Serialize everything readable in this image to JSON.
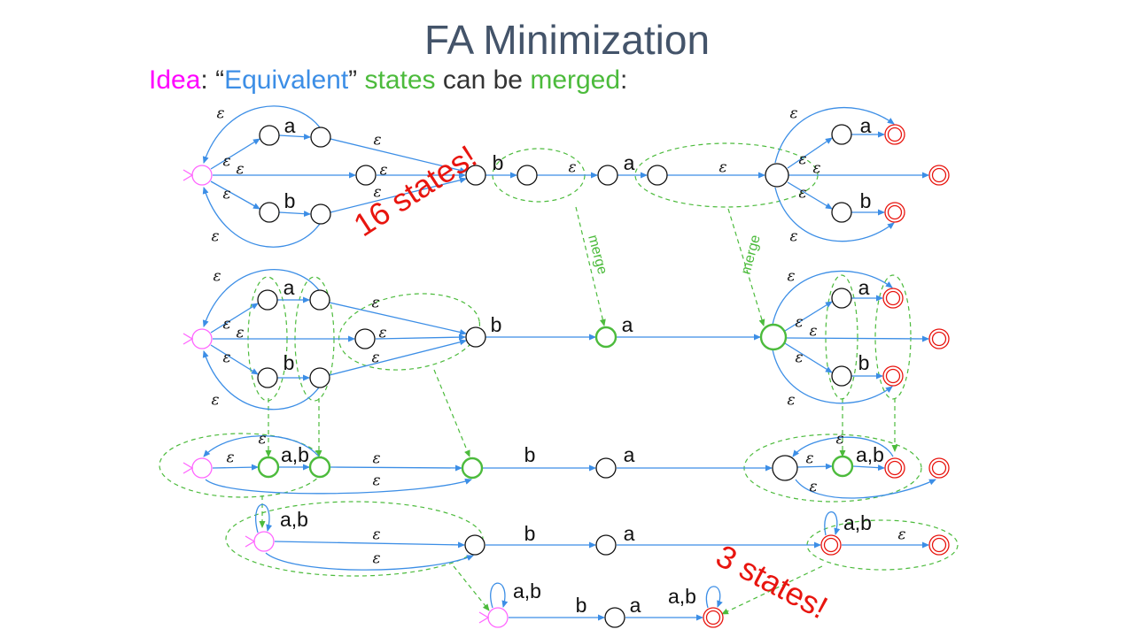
{
  "slide": {
    "title": "FA Minimization",
    "subtitle": {
      "idea": "Idea",
      "colon": ": ",
      "open_quote": "“",
      "equivalent": "Equivalent",
      "close_quote": "”",
      "states": "states",
      "can_be": "can be",
      "merged": "merged",
      "end_colon": ":"
    },
    "annotations": {
      "sixteen_states": "16 states!",
      "three_states": "3 states!",
      "merge": "merge"
    },
    "symbols": {
      "epsilon": "ε",
      "a": "a",
      "b": "b",
      "ab": "a,b"
    }
  },
  "colors": {
    "title": "#44546a",
    "text": "#333333",
    "idea": "#ff00ff",
    "equivalent": "#3c8ee6",
    "merged": "#4cbb3c",
    "start_state": "#ff66ff",
    "accept_state": "#e8150f",
    "merged_state": "#4cbb3c",
    "edge": "#3c8ee6",
    "merge_arrow": "#4cbb3c",
    "annotation": "#e8150f"
  }
}
